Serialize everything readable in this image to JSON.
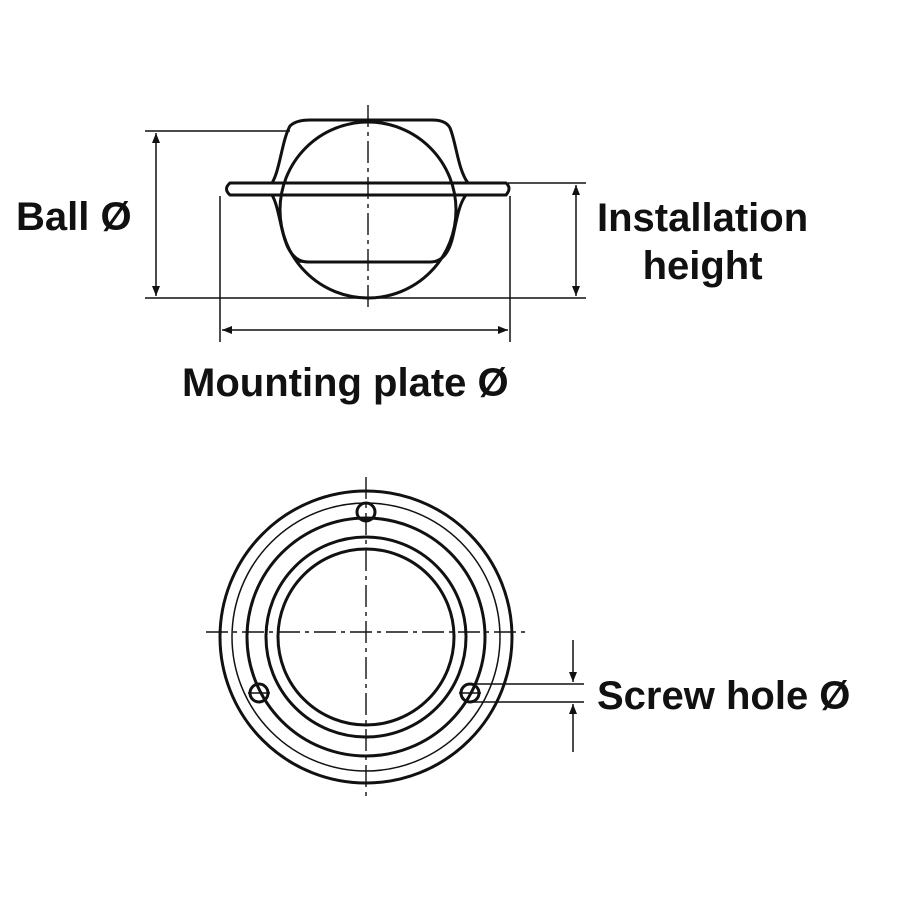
{
  "labels": {
    "ball_diameter": "Ball Ø",
    "installation_height_line1": "Installation",
    "installation_height_line2": "height",
    "mounting_plate_diameter": "Mounting plate Ø",
    "screw_hole_diameter": "Screw hole Ø"
  }
}
